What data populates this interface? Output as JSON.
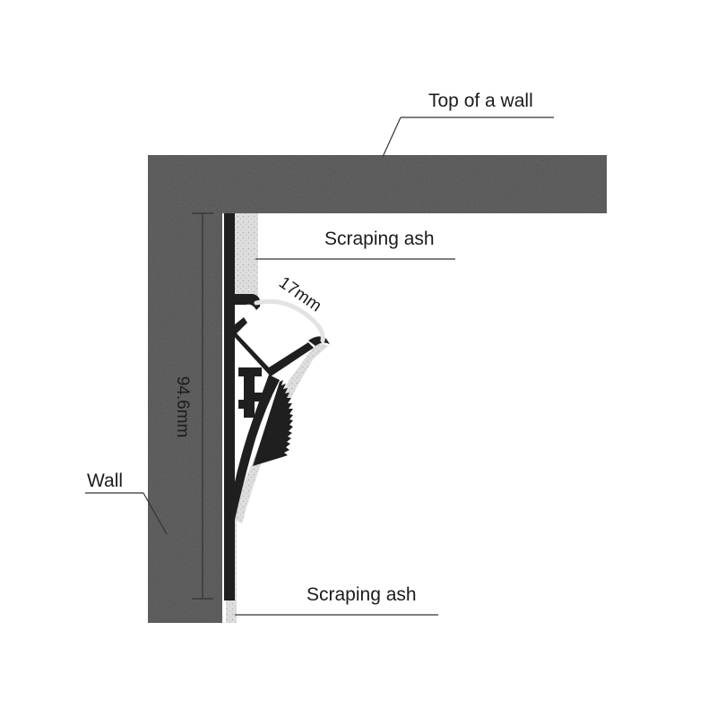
{
  "labels": {
    "top_wall": "Top of a wall",
    "scraping_ash_top": "Scraping ash",
    "scraping_ash_bottom": "Scraping ash",
    "wall": "Wall"
  },
  "dimensions": {
    "height": "94.6mm",
    "diffuser_width": "17mm"
  },
  "colors": {
    "wall": "#4b4b4b",
    "plaster": "#d9d9d9",
    "profile": "#1f1f1f",
    "diffuser": "#e8e8e8"
  }
}
